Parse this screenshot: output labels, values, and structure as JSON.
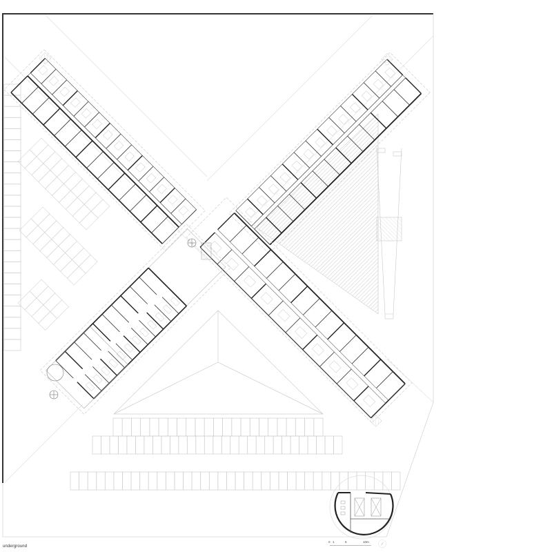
{
  "drawing": {
    "type": "architectural floor plan",
    "level_label": "underground",
    "colors": {
      "wall": "#222222",
      "thin_line": "#bdbdbd",
      "light_line": "#d9d9d9",
      "hatch": "#9a9a9a",
      "background": "#ffffff"
    }
  },
  "scale_bar": {
    "labels": [
      "0",
      "1",
      "5",
      "10m"
    ]
  },
  "north_arrow": {
    "icon": "north-arrow-icon"
  },
  "elements": {
    "wings": [
      {
        "name": "north-west wing",
        "rooms": 14
      },
      {
        "name": "north-east wing",
        "rooms": 13
      },
      {
        "name": "south-west wing",
        "rooms": 12
      },
      {
        "name": "south-east wing",
        "rooms": 14
      }
    ],
    "courtyard": {
      "name": "hatched courtyard",
      "pattern": "diagonal hatch"
    },
    "roof": {
      "name": "pyramid roof"
    },
    "parking": {
      "left_column_stalls": 24,
      "upper_row_stalls": 23,
      "middle_row_stalls": 29,
      "lower_row_stalls": 38
    },
    "core": {
      "name": "circular stair and lift core"
    }
  }
}
